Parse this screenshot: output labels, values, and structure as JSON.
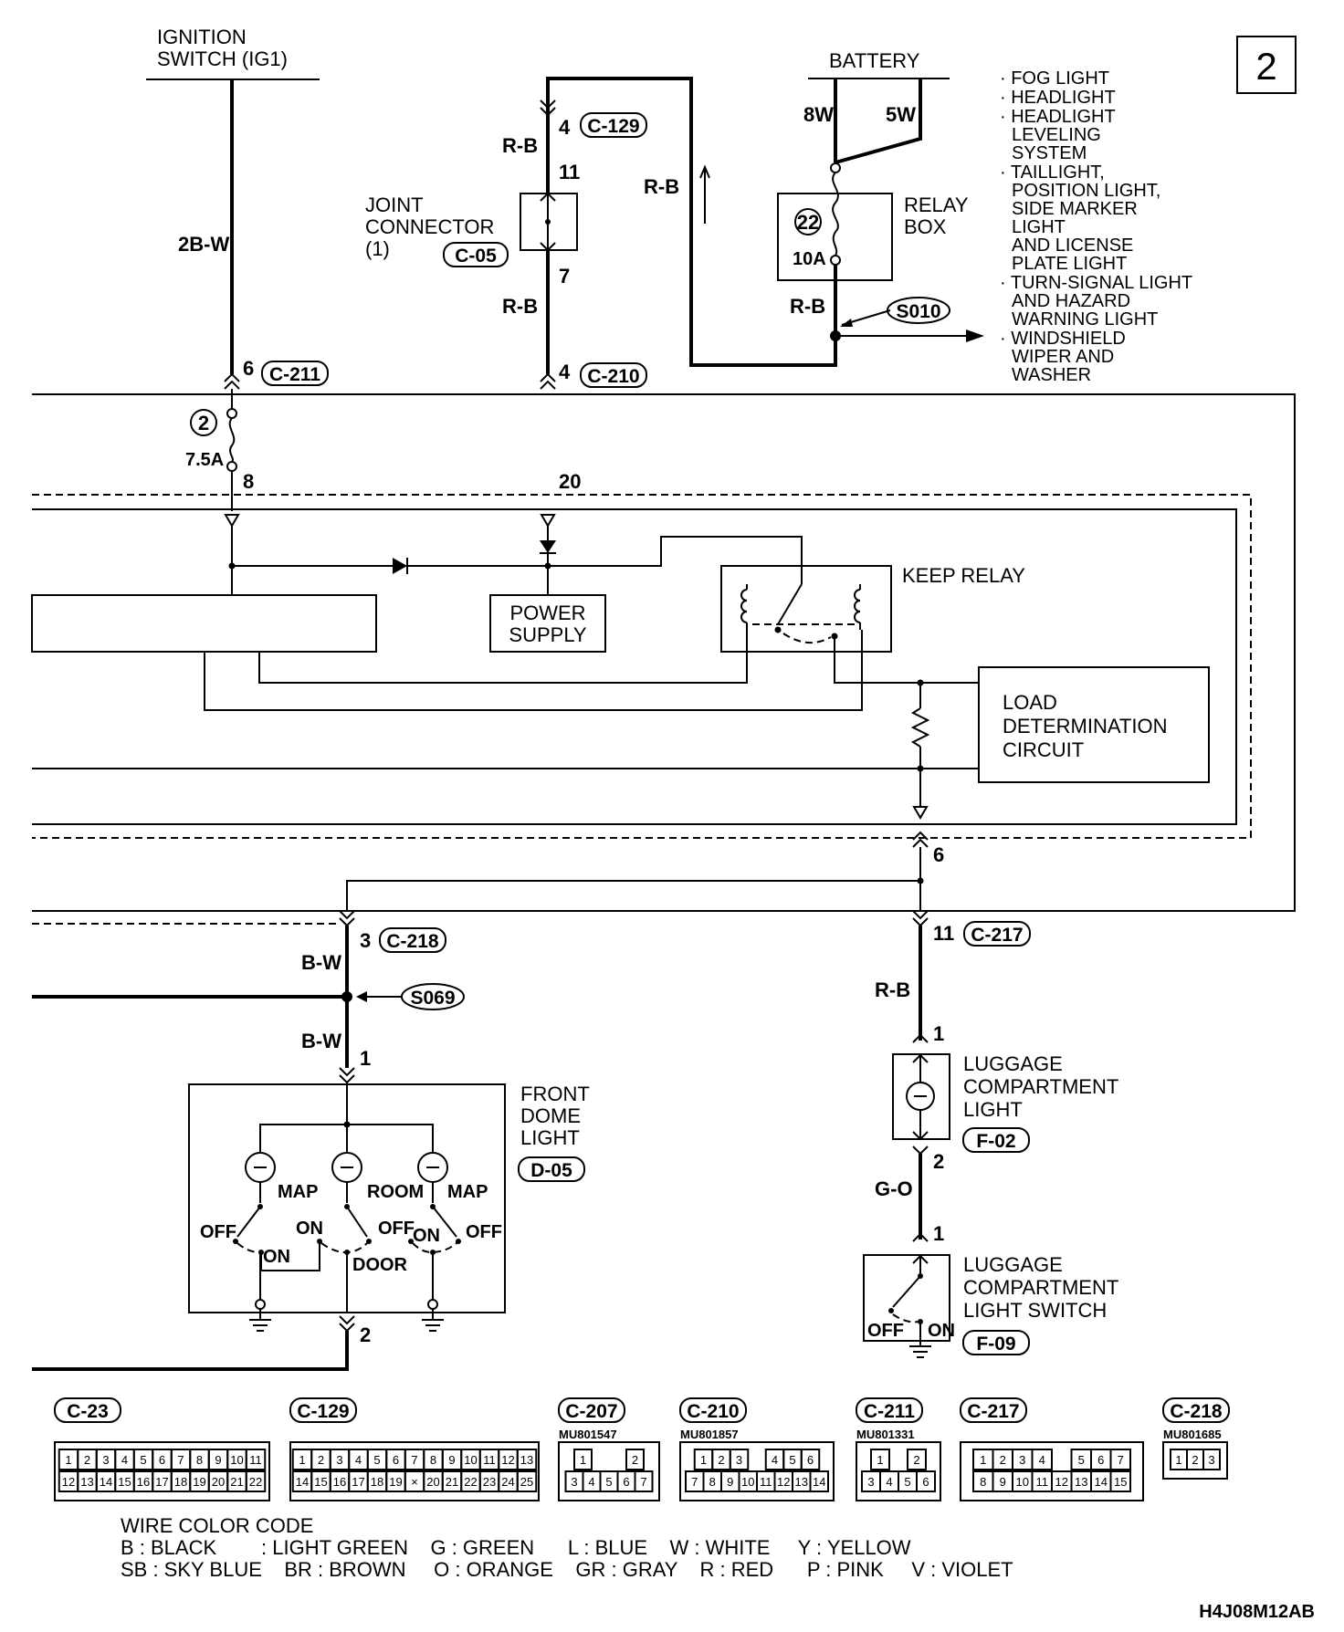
{
  "page_number": "2",
  "sources": {
    "ignition": "IGNITION",
    "ignition_2": "SWITCH (IG1)",
    "battery": "BATTERY"
  },
  "wires": {
    "w_2bw": "2B-W",
    "w_rb_1": "R-B",
    "w_rb_2": "R-B",
    "w_rb_3": "R-B",
    "w_rb_4": "R-B",
    "w_rb_5": "R-B",
    "w_8w": "8W",
    "w_5w": "5W",
    "w_bw_1": "B-W",
    "w_bw_2": "B-W",
    "w_go": "G-O"
  },
  "components": {
    "joint_1": "JOINT",
    "joint_2": "CONNECTOR",
    "joint_3": "(1)",
    "relay_box_1": "RELAY",
    "relay_box_2": "BOX",
    "fuse_22": "22",
    "fuse_22_amp": "10A",
    "fuse_2": "2",
    "fuse_2_amp": "7.5A",
    "power_1": "POWER",
    "power_2": "SUPPLY",
    "keep_relay": "KEEP RELAY",
    "load_1": "LOAD",
    "load_2": "DETERMINATION",
    "load_3": "CIRCUIT",
    "dome_1": "FRONT",
    "dome_2": "DOME",
    "dome_3": "LIGHT",
    "map_l": "MAP",
    "room": "ROOM",
    "map_r": "MAP",
    "off_l": "OFF",
    "on_l": "ON",
    "on_m": "ON",
    "off_m": "OFF",
    "on_r": "ON",
    "off_r": "OFF",
    "door": "DOOR",
    "lug_1": "LUGGAGE",
    "lug_2": "COMPARTMENT",
    "lug_3": "LIGHT",
    "lsw_1": "LUGGAGE",
    "lsw_2": "COMPARTMENT",
    "lsw_3": "LIGHT SWITCH",
    "lsw_off": "OFF",
    "lsw_on": "ON"
  },
  "destinations": [
    "· FOG LIGHT",
    "· HEADLIGHT",
    "· HEADLIGHT",
    "LEVELING",
    "SYSTEM",
    "· TAILLIGHT,",
    "POSITION LIGHT,",
    "SIDE MARKER",
    "LIGHT",
    "AND LICENSE",
    "PLATE LIGHT",
    "· TURN-SIGNAL LIGHT",
    "AND HAZARD",
    "WARNING LIGHT",
    "· WINDSHIELD",
    "WIPER AND",
    "WASHER"
  ],
  "connectors": {
    "c129": "C-129",
    "c05": "C-05",
    "c211": "C-211",
    "c210": "C-210",
    "c218": "C-218",
    "c217": "C-217",
    "d05": "D-05",
    "f02": "F-02",
    "f09": "F-09",
    "s010": "S010",
    "s069": "S069"
  },
  "pins": {
    "p4_c129": "4",
    "p11_jc": "11",
    "p7_jc": "7",
    "p6_c211": "6",
    "p4_c210": "4",
    "p8": "8",
    "p20": "20",
    "p6_inner": "6",
    "p3_c218": "3",
    "p11_c217": "11",
    "p1_dome": "1",
    "p2_dome": "2",
    "p1_lug": "1",
    "p2_lug": "2",
    "p1_sw": "1"
  },
  "connector_faces": [
    {
      "name": "C-23",
      "part": "",
      "rows": [
        [
          "1",
          "2",
          "3",
          "4",
          "5",
          "6",
          "7",
          "8",
          "9",
          "10",
          "11"
        ],
        [
          "12",
          "13",
          "14",
          "15",
          "16",
          "17",
          "18",
          "19",
          "20",
          "21",
          "22"
        ]
      ]
    },
    {
      "name": "C-129",
      "part": "",
      "rows": [
        [
          "1",
          "2",
          "3",
          "4",
          "5",
          "6",
          "7",
          "8",
          "9",
          "10",
          "11",
          "12",
          "13"
        ],
        [
          "14",
          "15",
          "16",
          "17",
          "18",
          "19",
          "×",
          "20",
          "21",
          "22",
          "23",
          "24",
          "25"
        ]
      ]
    },
    {
      "name": "C-207",
      "part": "MU801547",
      "rows": [
        [
          "1",
          "",
          "",
          "2"
        ],
        [
          "3",
          "4",
          "5",
          "6",
          "7"
        ]
      ]
    },
    {
      "name": "C-210",
      "part": "MU801857",
      "rows": [
        [
          "1",
          "2",
          "3",
          "",
          "4",
          "5",
          "6"
        ],
        [
          "7",
          "8",
          "9",
          "10",
          "11",
          "12",
          "13",
          "14"
        ]
      ]
    },
    {
      "name": "C-211",
      "part": "MU801331",
      "rows": [
        [
          "1",
          "",
          "2"
        ],
        [
          "3",
          "4",
          "5",
          "6"
        ]
      ]
    },
    {
      "name": "C-217",
      "part": "",
      "rows": [
        [
          "1",
          "2",
          "3",
          "4",
          "",
          "5",
          "6",
          "7"
        ],
        [
          "8",
          "9",
          "10",
          "11",
          "12",
          "13",
          "14",
          "15"
        ]
      ]
    },
    {
      "name": "C-218",
      "part": "MU801685",
      "rows": [
        [
          "1",
          "2",
          "3"
        ]
      ]
    }
  ],
  "wire_color_code": {
    "title": "WIRE COLOR CODE",
    "line1": "B : BLACK        : LIGHT GREEN    G : GREEN      L : BLUE    W : WHITE     Y : YELLOW",
    "line2": "SB : SKY BLUE    BR : BROWN     O : ORANGE    GR : GRAY    R : RED      P : PINK     V : VIOLET"
  },
  "figure_code": "H4J08M12AB"
}
